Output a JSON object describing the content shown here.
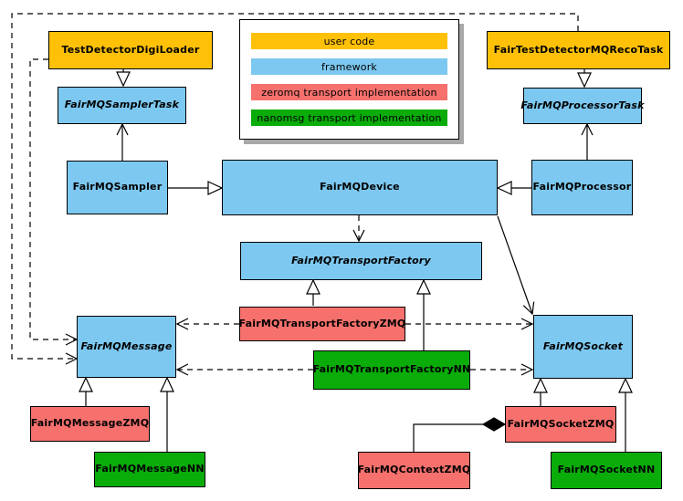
{
  "colors": {
    "yellow": "#FFC107",
    "blue": "#7DC8F0",
    "red": "#F6716D",
    "green": "#0AAC0A",
    "line": "#000000",
    "shadow": "#A8A8A8",
    "background": "#FFFFFF"
  },
  "legend": {
    "items": [
      {
        "label": "user code",
        "color": "yellow"
      },
      {
        "label": "framework",
        "color": "blue"
      },
      {
        "label": "zeromq transport implementation",
        "color": "red"
      },
      {
        "label": "nanomsg transport implementation",
        "color": "green"
      }
    ]
  },
  "nodes": {
    "digi_loader": {
      "label": "TestDetectorDigiLoader",
      "color": "yellow",
      "abstract": false
    },
    "reco_task": {
      "label": "FairTestDetectorMQRecoTask",
      "color": "yellow",
      "abstract": false
    },
    "sampler_task": {
      "label": "FairMQSamplerTask",
      "color": "blue",
      "abstract": true
    },
    "processor_task": {
      "label": "FairMQProcessorTask",
      "color": "blue",
      "abstract": true
    },
    "sampler": {
      "label": "FairMQSampler",
      "color": "blue",
      "abstract": false
    },
    "device": {
      "label": "FairMQDevice",
      "color": "blue",
      "abstract": false
    },
    "processor": {
      "label": "FairMQProcessor",
      "color": "blue",
      "abstract": false
    },
    "transport_factory": {
      "label": "FairMQTransportFactory",
      "color": "blue",
      "abstract": true
    },
    "transport_factory_zmq": {
      "label": "FairMQTransportFactoryZMQ",
      "color": "red",
      "abstract": false
    },
    "transport_factory_nn": {
      "label": "FairMQTransportFactoryNN",
      "color": "green",
      "abstract": false
    },
    "message": {
      "label": "FairMQMessage",
      "color": "blue",
      "abstract": true
    },
    "message_zmq": {
      "label": "FairMQMessageZMQ",
      "color": "red",
      "abstract": false
    },
    "message_nn": {
      "label": "FairMQMessageNN",
      "color": "green",
      "abstract": false
    },
    "socket": {
      "label": "FairMQSocket",
      "color": "blue",
      "abstract": true
    },
    "socket_zmq": {
      "label": "FairMQSocketZMQ",
      "color": "red",
      "abstract": false
    },
    "socket_nn": {
      "label": "FairMQSocketNN",
      "color": "green",
      "abstract": false
    },
    "context_zmq": {
      "label": "FairMQContextZMQ",
      "color": "red",
      "abstract": false
    }
  },
  "edges": [
    {
      "from": "TestDetectorDigiLoader",
      "to": "FairMQSamplerTask",
      "type": "inheritance",
      "style": "solid"
    },
    {
      "from": "FairTestDetectorMQRecoTask",
      "to": "FairMQProcessorTask",
      "type": "inheritance",
      "style": "solid"
    },
    {
      "from": "FairMQSampler",
      "to": "FairMQSamplerTask",
      "type": "association",
      "style": "solid"
    },
    {
      "from": "FairMQProcessor",
      "to": "FairMQProcessorTask",
      "type": "association",
      "style": "solid"
    },
    {
      "from": "FairMQSampler",
      "to": "FairMQDevice",
      "type": "inheritance",
      "style": "solid"
    },
    {
      "from": "FairMQProcessor",
      "to": "FairMQDevice",
      "type": "inheritance",
      "style": "solid"
    },
    {
      "from": "FairMQDevice",
      "to": "FairMQTransportFactory",
      "type": "dependency",
      "style": "dashed"
    },
    {
      "from": "FairMQDevice",
      "to": "FairMQSocket",
      "type": "association",
      "style": "solid"
    },
    {
      "from": "TestDetectorDigiLoader",
      "to": "FairMQMessage",
      "type": "dependency",
      "style": "dashed"
    },
    {
      "from": "FairTestDetectorMQRecoTask",
      "to": "FairMQMessage",
      "type": "dependency",
      "style": "dashed"
    },
    {
      "from": "FairMQTransportFactoryZMQ",
      "to": "FairMQTransportFactory",
      "type": "inheritance",
      "style": "solid"
    },
    {
      "from": "FairMQTransportFactoryNN",
      "to": "FairMQTransportFactory",
      "type": "inheritance",
      "style": "solid"
    },
    {
      "from": "FairMQTransportFactoryZMQ",
      "to": "FairMQMessage",
      "type": "dependency",
      "style": "dashed"
    },
    {
      "from": "FairMQTransportFactoryZMQ",
      "to": "FairMQSocket",
      "type": "dependency",
      "style": "dashed"
    },
    {
      "from": "FairMQTransportFactoryNN",
      "to": "FairMQMessage",
      "type": "dependency",
      "style": "dashed"
    },
    {
      "from": "FairMQTransportFactoryNN",
      "to": "FairMQSocket",
      "type": "dependency",
      "style": "dashed"
    },
    {
      "from": "FairMQMessageZMQ",
      "to": "FairMQMessage",
      "type": "inheritance",
      "style": "solid"
    },
    {
      "from": "FairMQMessageNN",
      "to": "FairMQMessage",
      "type": "inheritance",
      "style": "solid"
    },
    {
      "from": "FairMQSocketZMQ",
      "to": "FairMQSocket",
      "type": "inheritance",
      "style": "solid"
    },
    {
      "from": "FairMQSocketNN",
      "to": "FairMQSocket",
      "type": "inheritance",
      "style": "solid"
    },
    {
      "from": "FairMQContextZMQ",
      "to": "FairMQSocketZMQ",
      "type": "composition",
      "style": "solid"
    }
  ]
}
